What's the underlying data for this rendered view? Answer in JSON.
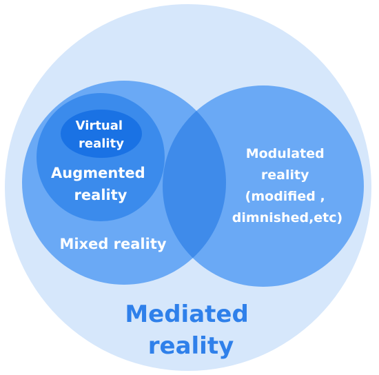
{
  "diagram": {
    "regions": {
      "mediated": {
        "lines": [
          "Mediated",
          "reality"
        ]
      },
      "mixed": {
        "lines": [
          "Mixed reality"
        ]
      },
      "augmented": {
        "lines": [
          "Augmented",
          "reality"
        ]
      },
      "virtual": {
        "lines": [
          "Virtual",
          "reality"
        ]
      },
      "modulated": {
        "lines": [
          "Modulated",
          "reality",
          "(modified ,",
          "dimnished,etc)"
        ]
      }
    },
    "colors": {
      "outer_fill": "#d6e7fb",
      "mixed_fill": "#6aa9f5",
      "modulated_fill": "#6aa9f5",
      "overlap_fill": "#3f8bea",
      "augmented_fill": "#3b8bec",
      "virtual_fill": "#1a72e4",
      "outer_text": "#2f80ea",
      "inner_text": "#ffffff"
    }
  }
}
